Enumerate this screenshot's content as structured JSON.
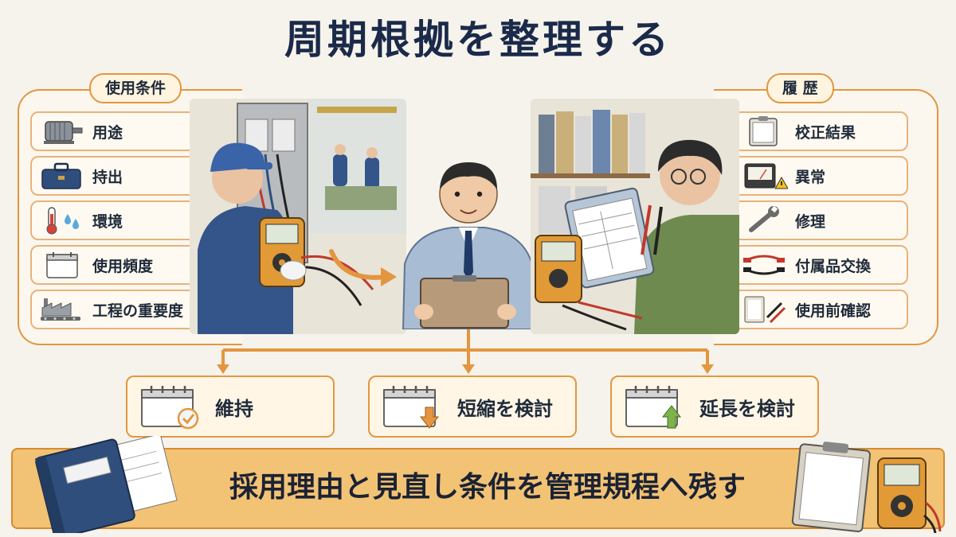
{
  "title": "周期根拠を整理する",
  "left_panel": {
    "label": "使用条件",
    "items": [
      {
        "label": "用途",
        "icon": "motor-icon"
      },
      {
        "label": "持出",
        "icon": "toolbox-icon"
      },
      {
        "label": "環境",
        "icon": "thermometer-icon"
      },
      {
        "label": "使用頻度",
        "icon": "calendar-icon"
      },
      {
        "label": "工程の重要度",
        "icon": "factory-icon"
      }
    ]
  },
  "right_panel": {
    "label": "履 歴",
    "items": [
      {
        "label": "校正結果",
        "icon": "clipboard-icon"
      },
      {
        "label": "異常",
        "icon": "meter-warning-icon"
      },
      {
        "label": "修理",
        "icon": "wrench-icon"
      },
      {
        "label": "付属品交換",
        "icon": "test-leads-icon"
      },
      {
        "label": "使用前確認",
        "icon": "checklist-icon"
      }
    ]
  },
  "outcomes": [
    {
      "label": "維持",
      "icon": "calendar-check-icon"
    },
    {
      "label": "短縮を検討",
      "icon": "calendar-down-icon"
    },
    {
      "label": "延長を検討",
      "icon": "calendar-up-icon"
    }
  ],
  "banner": {
    "text": "採用理由と見直し条件を管理規程へ残す"
  },
  "colors": {
    "accent": "#e3963f",
    "banner": "#f2c275",
    "title": "#1b2a4a"
  }
}
